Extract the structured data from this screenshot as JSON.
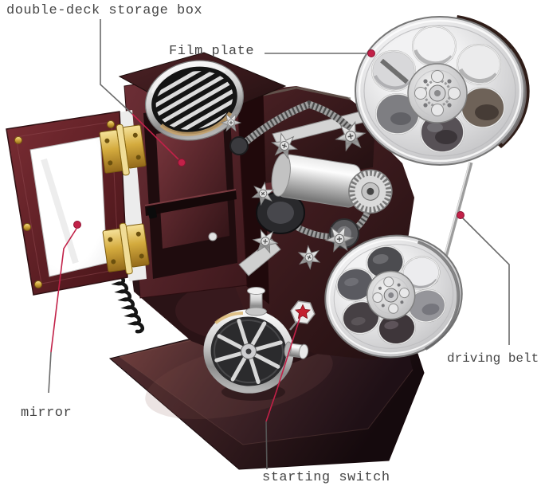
{
  "scene": {
    "description": "Vintage film-projector style music box product photo with part callouts",
    "background_color": "#ffffff"
  },
  "annotations": {
    "double_deck": {
      "label": "double-deck storage box"
    },
    "film_plate": {
      "label": "Film plate"
    },
    "mirror": {
      "label": "mirror"
    },
    "driving_belt": {
      "label": "driving belt"
    },
    "starting_switch": {
      "label": "starting switch"
    }
  },
  "style": {
    "marker_color": "#c22148",
    "leader_line_color": "#6a6a6a",
    "label_text_color": "#454545",
    "wood_color": "#4e2226",
    "chrome_color": "#d6d6d6",
    "brass_color": "#cda63a",
    "mirror_color": "#f5f5f5"
  }
}
